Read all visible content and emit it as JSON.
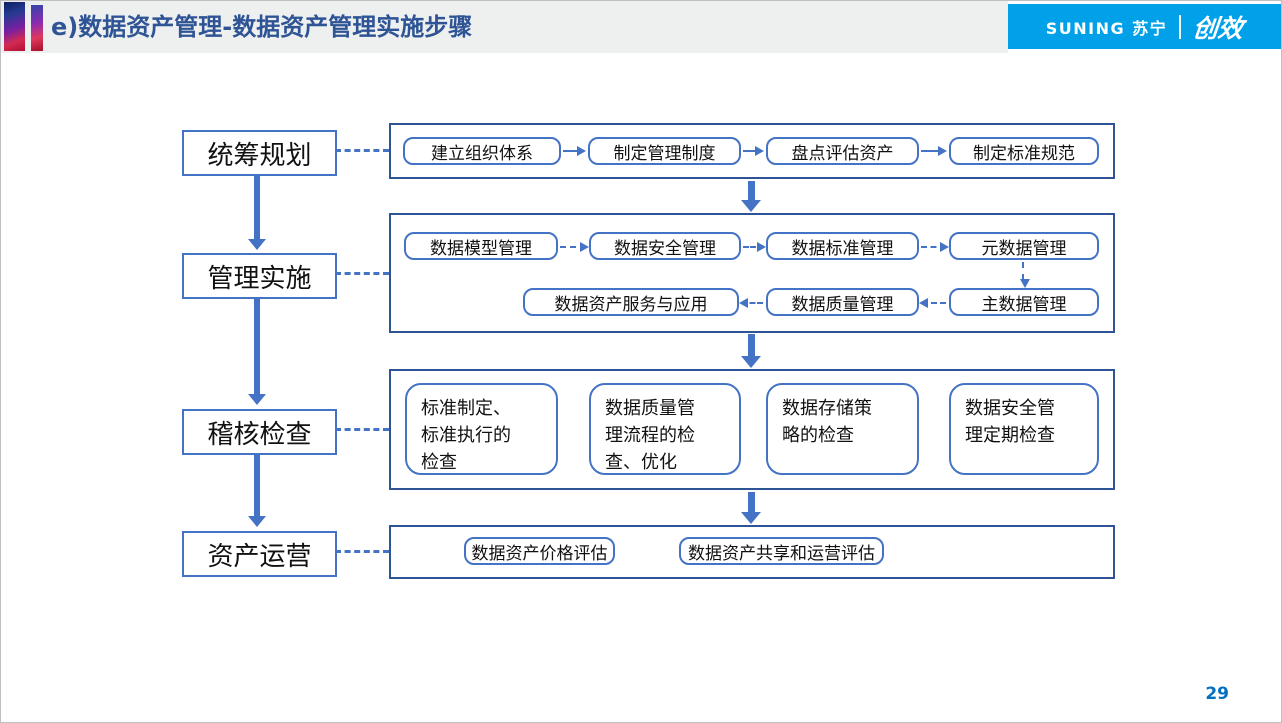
{
  "header": {
    "title": "e)数据资产管理-数据资产管理实施步骤",
    "brand_name": "SUNING 苏宁",
    "brand_slogan": "创效"
  },
  "footer": {
    "page_number": "29"
  },
  "colors": {
    "header_gray": "#EEEFEF",
    "brand_cyan": "#00A1E9",
    "title_blue": "#2F5496",
    "shape_blue": "#4472C4",
    "container_blue": "#2F5496",
    "page_number_blue": "#0070C0"
  },
  "flow": {
    "stages": [
      {
        "label": "统筹规划"
      },
      {
        "label": "管理实施"
      },
      {
        "label": "稽核检查"
      },
      {
        "label": "资产运营"
      }
    ],
    "planning_steps": [
      "建立组织体系",
      "制定管理制度",
      "盘点评估资产",
      "制定标准规范"
    ],
    "implementation_top": [
      "数据模型管理",
      "数据安全管理",
      "数据标准管理",
      "元数据管理"
    ],
    "implementation_bottom": [
      "数据资产服务与应用",
      "数据质量管理",
      "主数据管理"
    ],
    "audit_items": [
      "标准制定、\n标准执行的\n检查",
      "数据质量管\n理流程的检\n查、优化",
      "数据存储策\n略的检查",
      "数据安全管\n理定期检查"
    ],
    "operation_items": [
      "数据资产价格评估",
      "数据资产共享和运营评估"
    ]
  }
}
